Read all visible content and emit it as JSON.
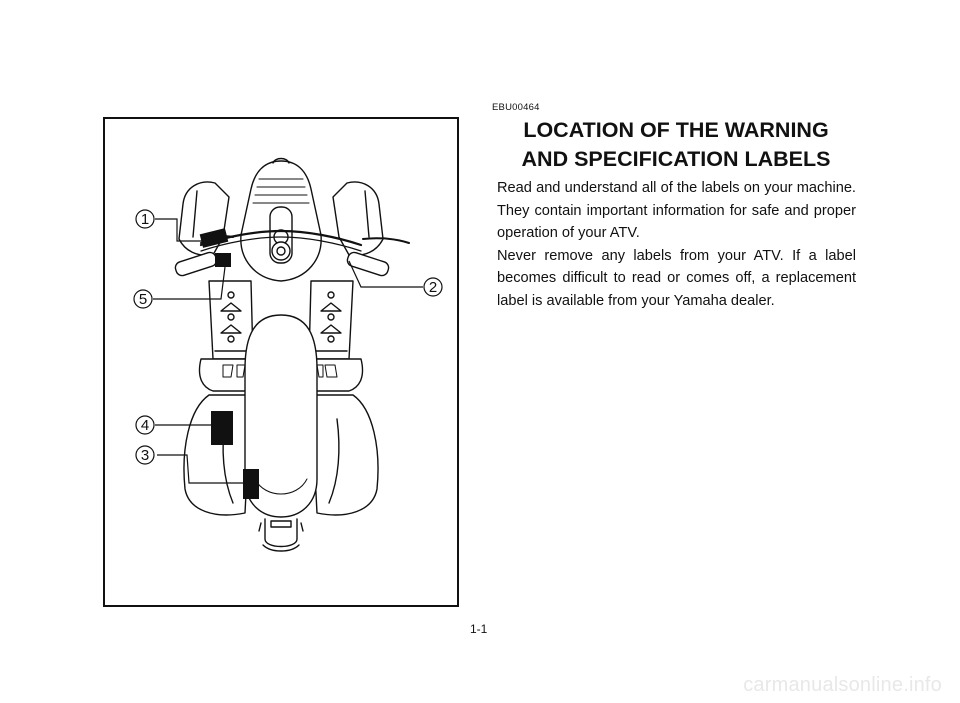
{
  "figure": {
    "callouts": [
      "1",
      "2",
      "3",
      "4",
      "5"
    ]
  },
  "section": {
    "code": "EBU00464",
    "title_line1": "LOCATION OF THE WARNING",
    "title_line2": "AND SPECIFICATION LABELS",
    "paragraphs": [
      "Read and understand all of the labels on your machine. They contain important information for safe and proper operation of your ATV.",
      "Never remove any labels from your ATV. If a label becomes difficult to read or comes off, a replacement label is available from your Yamaha dealer."
    ]
  },
  "page_number": "1-1",
  "watermark": "carmanualsonline.info"
}
